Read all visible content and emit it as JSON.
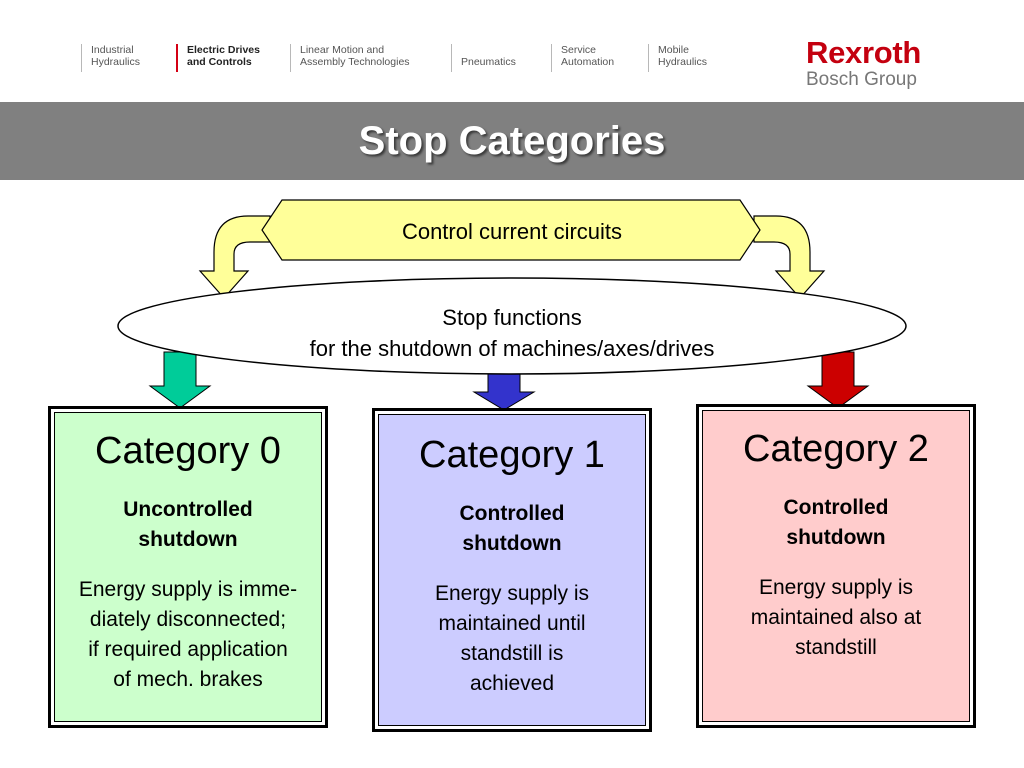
{
  "nav": {
    "items": [
      {
        "label": "Industrial\nHydraulics",
        "active": false
      },
      {
        "label": "Electric Drives\nand Controls",
        "active": true
      },
      {
        "label": "Linear Motion and\nAssembly Technologies",
        "active": false
      },
      {
        "label": "Pneumatics",
        "active": false
      },
      {
        "label": "Service\nAutomation",
        "active": false
      },
      {
        "label": "Mobile\nHydraulics",
        "active": false
      }
    ]
  },
  "brand": {
    "name": "Rexroth",
    "group": "Bosch Group"
  },
  "title": "Stop Categories",
  "diagram": {
    "control_label": "Control current circuits",
    "stop_functions": {
      "line1": "Stop functions",
      "line2": "for the shutdown of machines/axes/drives"
    },
    "colors": {
      "hexagon": "#ffff99",
      "green_arrow": "#00cc99",
      "blue_arrow": "#3333cc",
      "red_arrow": "#cc0000"
    },
    "categories": [
      {
        "title": "Category 0",
        "subtitle": "Uncontrolled\nshutdown",
        "description": "Energy supply is imme-\ndiately disconnected;\nif required application\nof mech. brakes",
        "fill": "#ccffcc"
      },
      {
        "title": "Category 1",
        "subtitle": "Controlled\nshutdown",
        "description": "Energy supply is\nmaintained until\nstandstill is\nachieved",
        "fill": "#ccccff"
      },
      {
        "title": "Category 2",
        "subtitle": "Controlled\nshutdown",
        "description": "Energy supply is\nmaintained also at\nstandstill",
        "fill": "#ffcccc"
      }
    ]
  }
}
